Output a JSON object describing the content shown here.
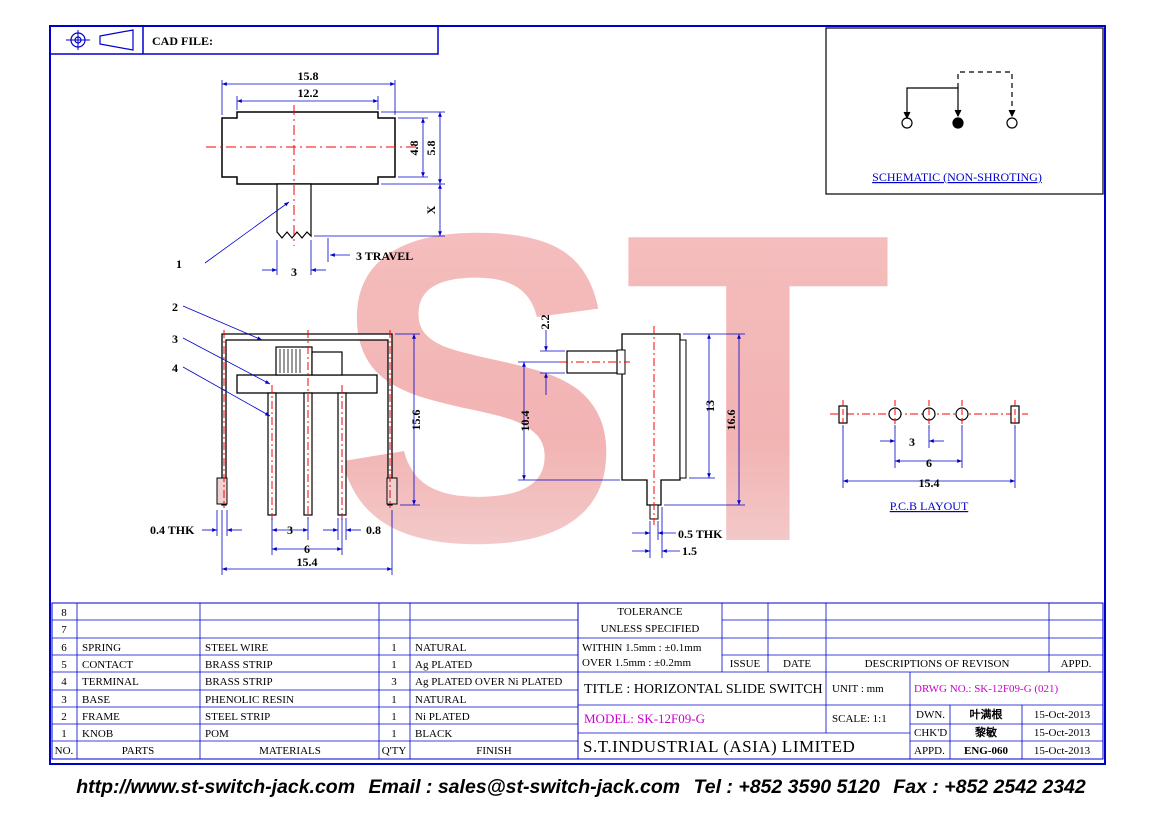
{
  "header": {
    "cad_file_label": "CAD FILE:"
  },
  "watermark": {
    "text": "ST",
    "color": "#f0a0a0"
  },
  "top_view": {
    "dim_overall_width": "15.8",
    "dim_inner_width": "12.2",
    "dim_height_small": "4.8",
    "dim_height_large": "5.8",
    "dim_x": "X",
    "dim_knob": "3",
    "travel": "3 TRAVEL",
    "callout_1": "1"
  },
  "front_view": {
    "callouts": [
      "2",
      "3",
      "4"
    ],
    "dim_height": "15.6",
    "dim_thk": "0.4 THK",
    "dim_pitch": "3",
    "dim_pin": "0.8",
    "dim_span": "6",
    "dim_total": "15.4"
  },
  "side_view": {
    "dim_knob_h": "2.2",
    "dim_10_4": "10.4",
    "dim_13": "13",
    "dim_16_6": "16.6",
    "dim_thk": "0.5 THK",
    "dim_1_5": "1.5"
  },
  "schematic": {
    "label": "SCHEMATIC (NON-SHROTING)"
  },
  "pcb_layout": {
    "label": "P.C.B LAYOUT",
    "dim_3": "3",
    "dim_6": "6",
    "dim_15_4": "15.4"
  },
  "parts_table": {
    "headers": {
      "no": "NO.",
      "parts": "PARTS",
      "materials": "MATERIALS",
      "qty": "Q'TY",
      "finish": "FINISH"
    },
    "rows": [
      {
        "no": "8",
        "part": "",
        "material": "",
        "qty": "",
        "finish": ""
      },
      {
        "no": "7",
        "part": "",
        "material": "",
        "qty": "",
        "finish": ""
      },
      {
        "no": "6",
        "part": "SPRING",
        "material": "STEEL WIRE",
        "qty": "1",
        "finish": "NATURAL"
      },
      {
        "no": "5",
        "part": "CONTACT",
        "material": "BRASS STRIP",
        "qty": "1",
        "finish": "Ag PLATED"
      },
      {
        "no": "4",
        "part": "TERMINAL",
        "material": "BRASS STRIP",
        "qty": "3",
        "finish": "Ag PLATED OVER Ni PLATED"
      },
      {
        "no": "3",
        "part": "BASE",
        "material": "PHENOLIC RESIN",
        "qty": "1",
        "finish": "NATURAL"
      },
      {
        "no": "2",
        "part": "FRAME",
        "material": "STEEL STRIP",
        "qty": "1",
        "finish": "Ni PLATED"
      },
      {
        "no": "1",
        "part": "KNOB",
        "material": "POM",
        "qty": "1",
        "finish": "BLACK"
      }
    ]
  },
  "title_block": {
    "tolerance_line1": "TOLERANCE",
    "tolerance_line2": "UNLESS  SPECIFIED",
    "within": "WITHIN  1.5mm : ±0.1mm",
    "over": "OVER    1.5mm : ±0.2mm",
    "issue": "ISSUE",
    "date": "DATE",
    "descriptions": "DESCRIPTIONS OF REVISON",
    "appd": "APPD.",
    "title": "TITLE : HORIZONTAL SLIDE SWITCH",
    "unit": "UNIT :  mm",
    "drwg_no": "DRWG NO.: SK-12F09-G (021)",
    "model": "MODEL: SK-12F09-G",
    "scale": "SCALE:  1:1",
    "company": "S.T.INDUSTRIAL (ASIA) LIMITED",
    "dwn_label": "DWN.",
    "dwn_name": "叶满根",
    "dwn_date": "15-Oct-2013",
    "chkd_label": "CHK'D",
    "chkd_name": "黎敏",
    "chkd_date": "15-Oct-2013",
    "appd_label": "APPD.",
    "appd_name": "ENG-060",
    "appd_date": "15-Oct-2013"
  },
  "footer": {
    "web": "http://www.st-switch-jack.com",
    "email": "Email : sales@st-switch-jack.com",
    "tel": "Tel : +852 3590 5120",
    "fax": "Fax : +852 2542 2342"
  },
  "colors": {
    "border": "#0000cc",
    "dimension": "#0000cc",
    "centerline": "#ff0000",
    "magenta": "#cc00cc",
    "outline": "#000000"
  }
}
